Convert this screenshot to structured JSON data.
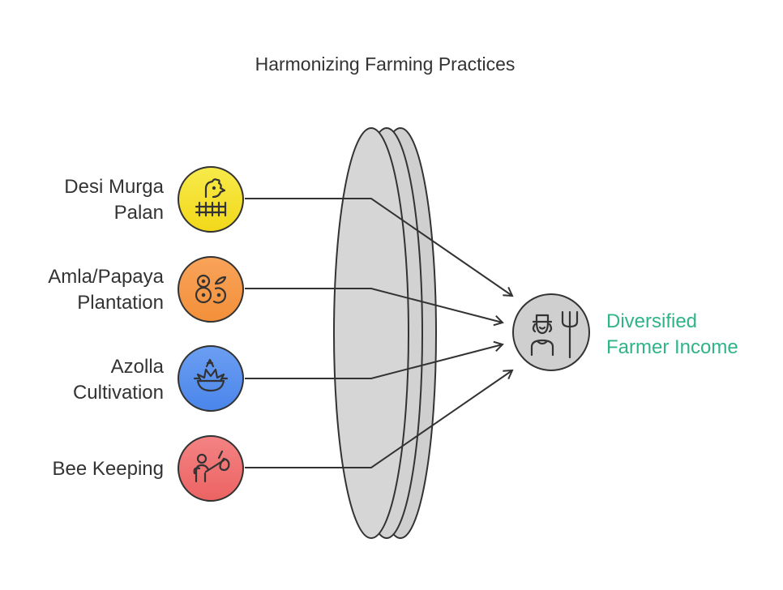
{
  "title": "Harmonizing Farming Practices",
  "inputs": [
    {
      "line1": "Desi Murga",
      "line2": "Palan",
      "icon": "rooster-fence-icon",
      "color": "#f5e030"
    },
    {
      "line1": "Amla/Papaya",
      "line2": "Plantation",
      "icon": "fruits-icon",
      "color": "#f59a48"
    },
    {
      "line1": "Azolla",
      "line2": "Cultivation",
      "icon": "plant-bowl-icon",
      "color": "#5b92ee"
    },
    {
      "line1": "Bee Keeping",
      "line2": "",
      "icon": "beekeeper-icon",
      "color": "#f07070"
    }
  ],
  "output": {
    "line1": "Diversified",
    "line2": "Farmer Income",
    "icon": "farmer-icon",
    "color": "#2fb489"
  }
}
